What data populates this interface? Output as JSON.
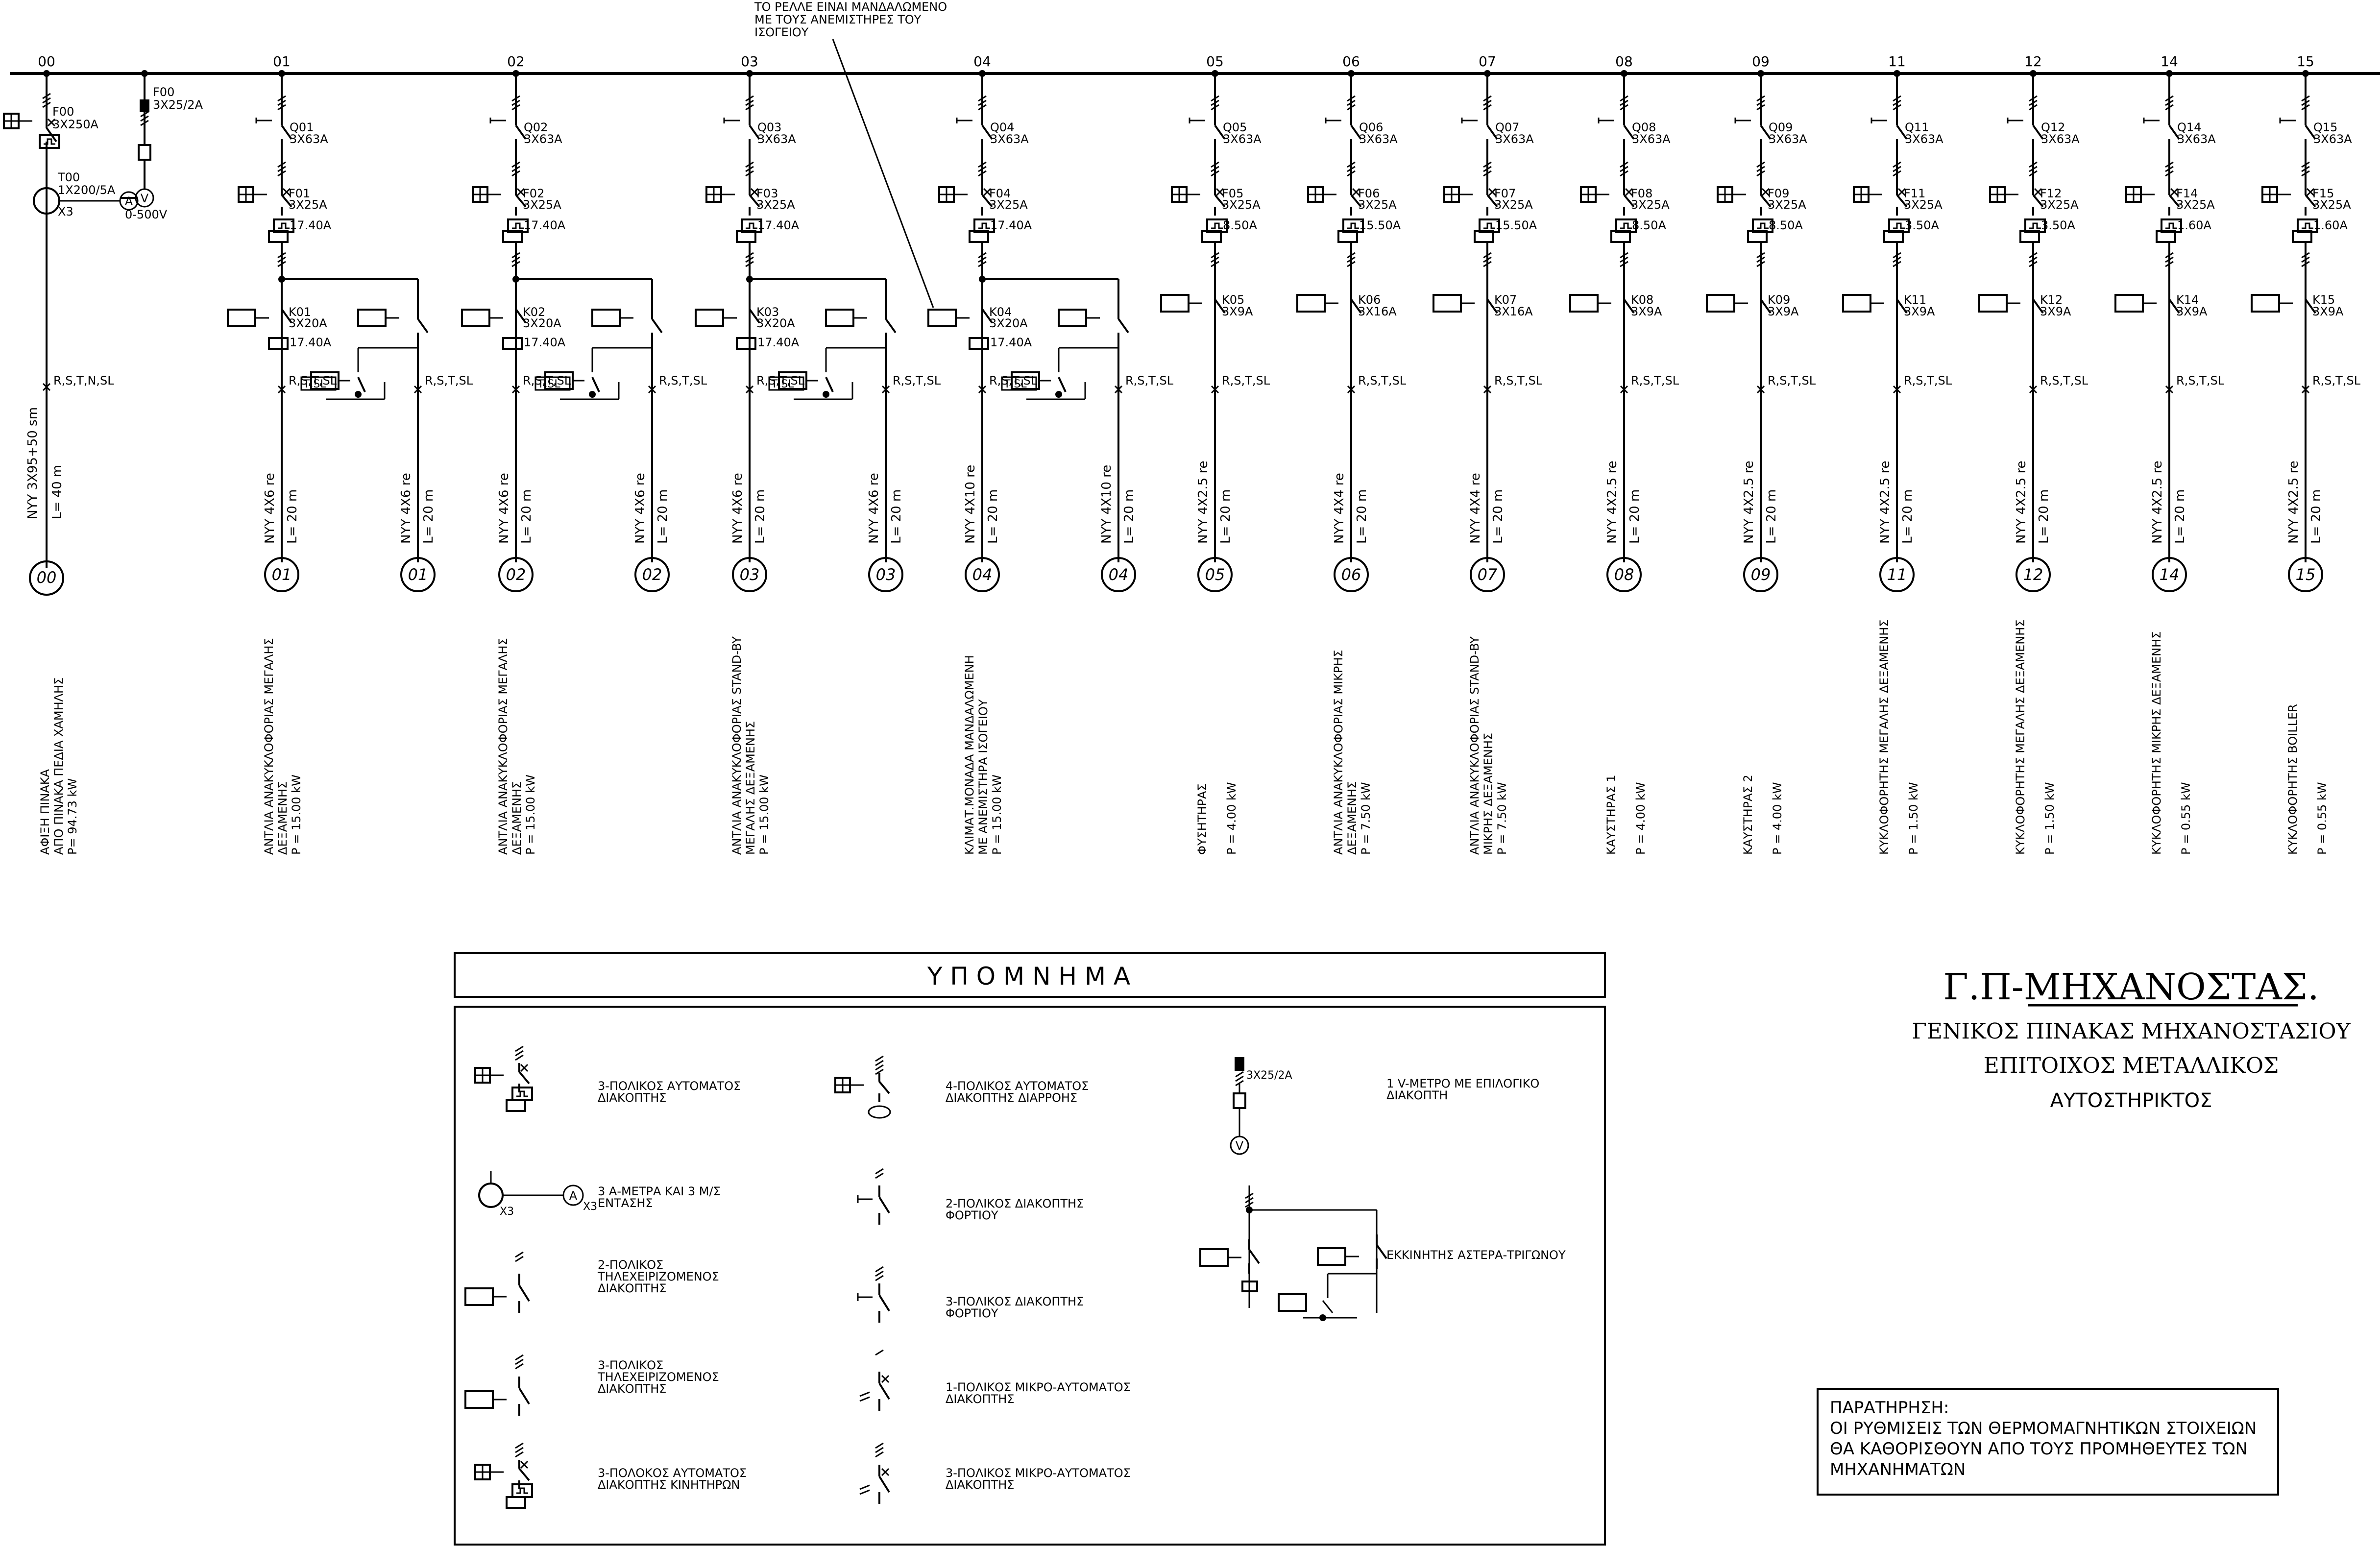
{
  "top_note": [
    "ΤΟ ΡΕΛΛΕ   ΕΙΝΑΙ ΜΑΝΔΑΛΩΜΕΝΟ",
    "ΜΕ ΤΟΥΣ  ΑΝΕΜΙΣΤΗΡΕΣ   ΤΟΥ",
    "ΙΣΟΓΕΙΟΥ"
  ],
  "incoming": {
    "num": "00",
    "breaker_name": "F00",
    "breaker_rating": "3X250A",
    "ct_name": "T00",
    "ct_rating": "1X200/5A",
    "ct_qty": "X3",
    "vm_fuse_name": "F00",
    "vm_fuse_rating": "3X25/2A",
    "vm_range": "0-500V",
    "ammeter_letter": "A",
    "voltmeter_letter": "V",
    "phase_label": "R,S,T,N,SL",
    "cable": "NYY  3X95+50  sm",
    "length": "L= 40 m",
    "circle": "00",
    "desc": [
      "ΑΦΙΞΗ ΠΙΝΑΚΑ",
      "ΑΠΟ ΠΙΝΑΚΑ ΠΕΔΙΑ ΧΑΜΗΛΗΣ",
      "P=   94.73  kW"
    ]
  },
  "star_delta": [
    {
      "num": "01",
      "q": "Q01",
      "q_rating": "3X63A",
      "f": "F01",
      "f_rating": "3X25A",
      "relay": "17.40A",
      "k": "K01",
      "k_rating": "3X20A",
      "k_relay": "17.40A",
      "phase": "R,S,T,SL",
      "sl_tag": "T,SL",
      "phase2": "R,S,T,SL",
      "cable": "NYY  4X6  re",
      "length": "L=  20  m",
      "cable2": "NYY  4X6  re",
      "length2": "L=  20  m",
      "circle": "01",
      "circle2": "01",
      "desc": [
        "ΑΝΤΛΙΑ ΑΝΑΚΥΚΛΟΦΟΡΙΑΣ ΜΕΓΑΛΗΣ",
        "ΔΕΞΑΜΕΝΗΣ",
        "P   =   15.00  kW"
      ]
    },
    {
      "num": "02",
      "q": "Q02",
      "q_rating": "3X63A",
      "f": "F02",
      "f_rating": "3X25A",
      "relay": "17.40A",
      "k": "K02",
      "k_rating": "3X20A",
      "k_relay": "17.40A",
      "phase": "R,S,T,SL",
      "sl_tag": "T,SL",
      "phase2": "R,S,T,SL",
      "cable": "NYY  4X6  re",
      "length": "L=  20  m",
      "cable2": "NYY  4X6  re",
      "length2": "L=  20  m",
      "circle": "02",
      "circle2": "02",
      "desc": [
        "ΑΝΤΛΙΑ ΑΝΑΚΥΚΛΟΦΟΡΙΑΣ ΜΕΓΑΛΗΣ",
        "ΔΕΞΑΜΕΝΗΣ",
        "P   =   15.00  kW"
      ]
    },
    {
      "num": "03",
      "q": "Q03",
      "q_rating": "3X63A",
      "f": "F03",
      "f_rating": "3X25A",
      "relay": "17.40A",
      "k": "K03",
      "k_rating": "3X20A",
      "k_relay": "17.40A",
      "phase": "R,S,T,SL",
      "sl_tag": "T,SL",
      "phase2": "R,S,T,SL",
      "cable": "NYY  4X6  re",
      "length": "L=  20  m",
      "cable2": "NYY  4X6  re",
      "length2": "L=  20  m",
      "circle": "03",
      "circle2": "03",
      "desc": [
        "ΑΝΤΛΙΑ ΑΝΑΚΥΚΛΟΦΟΡΙΑΣ  STAND-BY",
        "ΜΕΓΑΛΗΣ ΔΕΞΑΜΕΝΗΣ",
        "P   =   15.00  kW"
      ]
    },
    {
      "num": "04",
      "q": "Q04",
      "q_rating": "3X63A",
      "f": "F04",
      "f_rating": "3X25A",
      "relay": "17.40A",
      "k": "K04",
      "k_rating": "3X20A",
      "k_relay": "17.40A",
      "phase": "R,S,T,SL",
      "sl_tag": "T,SL",
      "phase2": "R,S,T,SL",
      "cable": "NYY  4X10  re",
      "length": "L=  20  m",
      "cable2": "NYY  4X10  re",
      "length2": "L=  20  m",
      "circle": "04",
      "circle2": "04",
      "desc": [
        "ΚΛΙΜΑΤ.ΜΟΝΑΔΑ ΜΑΝΔΑΛΩΜΕΝΗ",
        "ΜΕ ΑΝΕΜΙΣΤΗΡΑ ΙΣΟΓΕΙΟΥ",
        "P   =   15.00  kW"
      ]
    }
  ],
  "direct": [
    {
      "num": "05",
      "q": "Q05",
      "q_rating": "3X63A",
      "f": "F05",
      "f_rating": "3X25A",
      "relay": "8.50A",
      "k": "K05",
      "k_rating": "3X9A",
      "phase": "R,S,T,SL",
      "cable": "NYY  4X2.5  re",
      "length": "L=  20  m",
      "circle": "05",
      "desc": [
        "ΦΥΣΗΤΗΡΑΣ",
        "P   =   4.00  kW"
      ]
    },
    {
      "num": "06",
      "q": "Q06",
      "q_rating": "3X63A",
      "f": "F06",
      "f_rating": "3X25A",
      "relay": "15.50A",
      "k": "K06",
      "k_rating": "3X16A",
      "phase": "R,S,T,SL",
      "cable": "NYY  4X4  re",
      "length": "L=  20  m",
      "circle": "06",
      "desc": [
        "ΑΝΤΛΙΑ ΑΝΑΚΥΚΛΟΦΟΡΙΑΣ ΜΙΚΡΗΣ",
        "ΔΕΞΑΜΕΝΗΣ",
        "P   =   7.50  kW"
      ]
    },
    {
      "num": "07",
      "q": "Q07",
      "q_rating": "3X63A",
      "f": "F07",
      "f_rating": "3X25A",
      "relay": "15.50A",
      "k": "K07",
      "k_rating": "3X16A",
      "phase": "R,S,T,SL",
      "cable": "NYY  4X4  re",
      "length": "L=  20  m",
      "circle": "07",
      "desc": [
        "ΑΝΤΛΙΑ ΑΝΑΚΥΚΛΟΦΟΡΙΑΣ  STAND-BY",
        "ΜΙΚΡΗΣ ΔΕΞΑΜΕΝΗΣ",
        "P   =   7.50  kW"
      ]
    },
    {
      "num": "08",
      "q": "Q08",
      "q_rating": "3X63A",
      "f": "F08",
      "f_rating": "3X25A",
      "relay": "8.50A",
      "k": "K08",
      "k_rating": "3X9A",
      "phase": "R,S,T,SL",
      "cable": "NYY  4X2.5  re",
      "length": "L=  20  m",
      "circle": "08",
      "desc": [
        "ΚΑΥΣΤΗΡΑΣ  1",
        "P   =   4.00  kW"
      ]
    },
    {
      "num": "09",
      "q": "Q09",
      "q_rating": "3X63A",
      "f": "F09",
      "f_rating": "3X25A",
      "relay": "8.50A",
      "k": "K09",
      "k_rating": "3X9A",
      "phase": "R,S,T,SL",
      "cable": "NYY  4X2.5  re",
      "length": "L=  20  m",
      "circle": "09",
      "desc": [
        "ΚΑΥΣΤΗΡΑΣ  2",
        "P   =   4.00  kW"
      ]
    },
    {
      "num": "11",
      "q": "Q11",
      "q_rating": "3X63A",
      "f": "F11",
      "f_rating": "3X25A",
      "relay": "3.50A",
      "k": "K11",
      "k_rating": "3X9A",
      "phase": "R,S,T,SL",
      "cable": "NYY  4X2.5  re",
      "length": "L=  20  m",
      "circle": "11",
      "desc": [
        "ΚΥΚΛΟΦΟΡΗΤΗΣ ΜΕΓΑΛΗΣ ΔΕΞΑΜΕΝΗΣ",
        "P   =   1.50  kW"
      ]
    },
    {
      "num": "12",
      "q": "Q12",
      "q_rating": "3X63A",
      "f": "F12",
      "f_rating": "3X25A",
      "relay": "3.50A",
      "k": "K12",
      "k_rating": "3X9A",
      "phase": "R,S,T,SL",
      "cable": "NYY  4X2.5  re",
      "length": "L=  20  m",
      "circle": "12",
      "desc": [
        "ΚΥΚΛΟΦΟΡΗΤΗΣ ΜΕΓΑΛΗΣ ΔΕΞΑΜΕΝΗΣ",
        "P   =   1.50  kW"
      ]
    },
    {
      "num": "14",
      "q": "Q14",
      "q_rating": "3X63A",
      "f": "F14",
      "f_rating": "3X25A",
      "relay": "1.60A",
      "k": "K14",
      "k_rating": "3X9A",
      "phase": "R,S,T,SL",
      "cable": "NYY  4X2.5  re",
      "length": "L=  20  m",
      "circle": "14",
      "desc": [
        "ΚΥΚΛΟΦΟΡΗΤΗΣ ΜΙΚΡΗΣ ΔΕΞΑΜΕΝΗΣ",
        "P   =   0.55  kW"
      ]
    },
    {
      "num": "15",
      "q": "Q15",
      "q_rating": "3X63A",
      "f": "F15",
      "f_rating": "3X25A",
      "relay": "1.60A",
      "k": "K15",
      "k_rating": "3X9A",
      "phase": "R,S,T,SL",
      "cable": "NYY  4X2.5  re",
      "length": "L=  20  m",
      "circle": "15",
      "desc": [
        "ΚΥΚΛΟΦΟΡΗΤΗΣ BOILLER",
        "P   =   0.55  kW"
      ]
    }
  ],
  "legend": {
    "title": "Υ Π Ο Μ Ν Η Μ Α",
    "items": [
      {
        "symbol": "mcb3",
        "lines": [
          "3-ΠΟΛΙΚΟΣ  ΑΥΤΟΜΑΤΟΣ",
          "ΔΙΑΚΟΠΤΗΣ"
        ]
      },
      {
        "symbol": "ammeter",
        "lines": [
          "3  Α-ΜΕΤΡΑ  ΚΑΙ  3  Μ/Σ",
          "ΕΝΤΑΣΗΣ"
        ]
      },
      {
        "symbol": "contactor2",
        "lines": [
          "2-ΠΟΛΙΚΟΣ",
          "ΤΗΛΕΧΕΙΡΙΖΟΜΕΝΟΣ",
          "ΔΙΑΚΟΠΤΗΣ"
        ]
      },
      {
        "symbol": "contactor3",
        "lines": [
          "3-ΠΟΛΙΚΟΣ",
          "ΤΗΛΕΧΕΙΡΙΖΟΜΕΝΟΣ",
          "ΔΙΑΚΟΠΤΗΣ"
        ]
      },
      {
        "symbol": "motor",
        "lines": [
          "3-ΠΟΛΟΚΟΣ  ΑΥΤΟΜΑΤΟΣ",
          "ΔΙΑΚΟΠΤΗΣ  ΚΙΝΗΤΗΡΩΝ"
        ]
      },
      {
        "symbol": "rcd",
        "lines": [
          "4-ΠΟΛΙΚΟΣ  ΑΥΤΟΜΑΤΟΣ",
          "ΔΙΑΚΟΠΤΗΣ  ΔΙΑΡΡΟΗΣ"
        ]
      },
      {
        "symbol": "load2",
        "lines": [
          "2-ΠΟΛΙΚΟΣ  ΔΙΑΚΟΠΤΗΣ",
          "ΦΟΡΤΙΟΥ"
        ]
      },
      {
        "symbol": "load3",
        "lines": [
          "3-ΠΟΛΙΚΟΣ  ΔΙΑΚΟΠΤΗΣ",
          "ΦΟΡΤΙΟΥ"
        ]
      },
      {
        "symbol": "micro1",
        "lines": [
          "1-ΠΟΛΙΚΟΣ  ΜΙΚΡΟ-ΑΥΤΟΜΑΤΟΣ",
          "ΔΙΑΚΟΠΤΗΣ"
        ]
      },
      {
        "symbol": "micro3",
        "lines": [
          "3-ΠΟΛΙΚΟΣ  ΜΙΚΡΟ-ΑΥΤΟΜΑΤΟΣ",
          "ΔΙΑΚΟΠΤΗΣ"
        ]
      },
      {
        "symbol": "voltmeter",
        "lines": [
          "1  V-ΜΕΤΡΟ  ΜΕ  ΕΠΙΛΟΓΙΚΟ",
          "ΔΙΑΚΟΠΤΗ"
        ]
      },
      {
        "symbol": "stardelta",
        "lines": [
          "ΕΚΚΙΝΗΤΗΣ  ΑΣΤΕΡΑ-ΤΡΙΓΩΝΟΥ"
        ]
      }
    ],
    "ammeter_tags": [
      "X3",
      "A",
      "X3"
    ],
    "voltmeter_fuse": "3X25/2A",
    "voltmeter_letter": "V"
  },
  "title_block": {
    "line1": "Γ.Π-ΜΗΧΑΝΟΣΤΑΣ.",
    "line2": "ΓΕΝΙΚΟΣ  ΠΙΝΑΚΑΣ  ΜΗΧΑΝΟΣΤΑΣΙΟΥ",
    "line3": "ΕΠΙΤΟΙΧΟΣ  ΜΕΤΑΛΛΙΚΟΣ",
    "line4": "ΑΥΤΟΣΤΗΡΙΚΤΟΣ"
  },
  "note_box": {
    "title": "ΠΑΡΑΤΗΡΗΣΗ:",
    "lines": [
      "ΟΙ  ΡΥΘΜΙΣΕΙΣ  ΤΩΝ  ΘΕΡΜΟΜΑΓΝΗΤΙΚΩΝ  ΣΤΟΙΧΕΙΩΝ",
      "ΘΑ  ΚΑΘΟΡΙΣΘΟΥΝ  ΑΠΟ  ΤΟΥΣ  ΠΡΟΜΗΘΕΥΤΕΣ  ΤΩΝ",
      "ΜΗΧΑΝΗΜΑΤΩΝ"
    ]
  }
}
